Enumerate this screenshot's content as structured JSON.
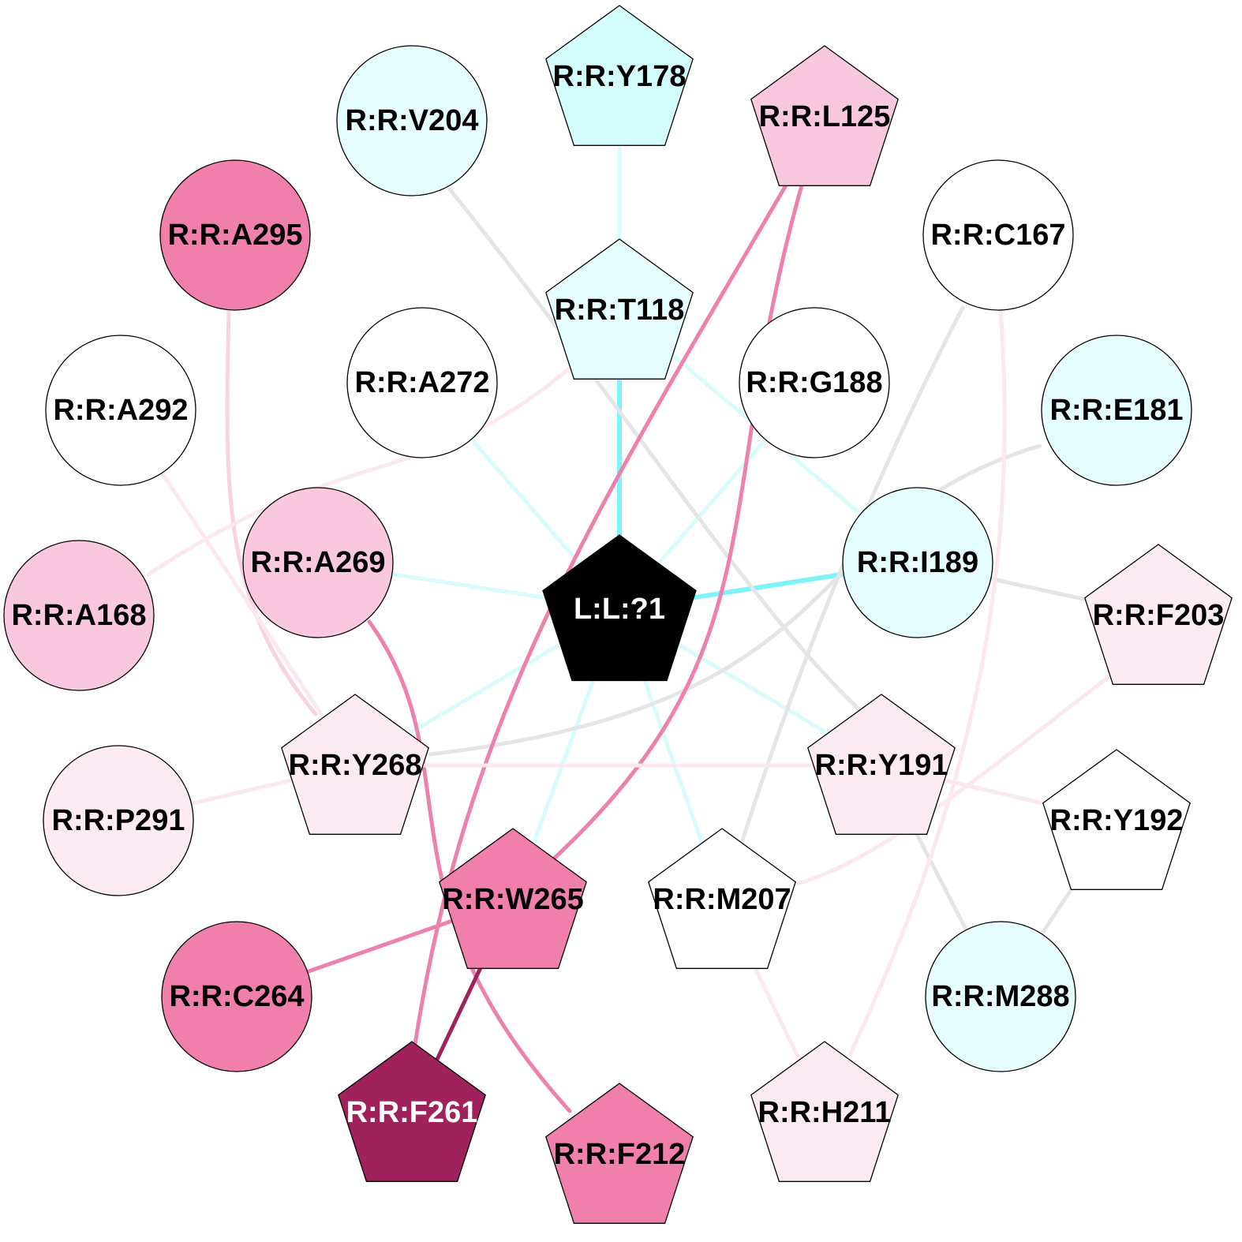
{
  "colors": {
    "white": "#ffffff",
    "pale_cyan": "#e6fdfd",
    "cyan": "#d3fdfd",
    "pale_pink": "#fcebf3",
    "pink": "#f9c7de",
    "hot_pink": "#f07fac",
    "magenta": "#a0225c",
    "black": "#000000",
    "edge_cyan": "#7ff3f7",
    "edge_light_cyan": "#d8fbfc",
    "edge_gray": "#e5e5e5",
    "edge_pink": "#ee80ad",
    "edge_light_pink": "#f9d3e3",
    "edge_faint_pink": "#fce8ef",
    "edge_magenta": "#a0225c"
  },
  "nodes": {
    "L1": {
      "label": "L:L:?1",
      "shape": "pentagon",
      "fill": "black",
      "text": "white"
    },
    "Y178": {
      "label": "R:R:Y178",
      "shape": "pentagon",
      "fill": "cyan",
      "text": "black"
    },
    "V204": {
      "label": "R:R:V204",
      "shape": "circle",
      "fill": "pale_cyan",
      "text": "black"
    },
    "L125": {
      "label": "R:R:L125",
      "shape": "pentagon",
      "fill": "pink",
      "text": "black"
    },
    "A295": {
      "label": "R:R:A295",
      "shape": "circle",
      "fill": "hot_pink",
      "text": "black"
    },
    "C167": {
      "label": "R:R:C167",
      "shape": "circle",
      "fill": "white",
      "text": "black"
    },
    "T118": {
      "label": "R:R:T118",
      "shape": "pentagon",
      "fill": "pale_cyan",
      "text": "black"
    },
    "A272": {
      "label": "R:R:A272",
      "shape": "circle",
      "fill": "white",
      "text": "black"
    },
    "G188": {
      "label": "R:R:G188",
      "shape": "circle",
      "fill": "white",
      "text": "black"
    },
    "A292": {
      "label": "R:R:A292",
      "shape": "circle",
      "fill": "white",
      "text": "black"
    },
    "E181": {
      "label": "R:R:E181",
      "shape": "circle",
      "fill": "pale_cyan",
      "text": "black"
    },
    "A269": {
      "label": "R:R:A269",
      "shape": "circle",
      "fill": "pink",
      "text": "black"
    },
    "I189": {
      "label": "R:R:I189",
      "shape": "circle",
      "fill": "pale_cyan",
      "text": "black"
    },
    "A168": {
      "label": "R:R:A168",
      "shape": "circle",
      "fill": "pink",
      "text": "black"
    },
    "F203": {
      "label": "R:R:F203",
      "shape": "pentagon",
      "fill": "pale_pink",
      "text": "black"
    },
    "Y268": {
      "label": "R:R:Y268",
      "shape": "pentagon",
      "fill": "pale_pink",
      "text": "black"
    },
    "Y191": {
      "label": "R:R:Y191",
      "shape": "pentagon",
      "fill": "pale_pink",
      "text": "black"
    },
    "P291": {
      "label": "R:R:P291",
      "shape": "circle",
      "fill": "pale_pink",
      "text": "black"
    },
    "Y192": {
      "label": "R:R:Y192",
      "shape": "pentagon",
      "fill": "white",
      "text": "black"
    },
    "W265": {
      "label": "R:R:W265",
      "shape": "pentagon",
      "fill": "hot_pink",
      "text": "black"
    },
    "M207": {
      "label": "R:R:M207",
      "shape": "pentagon",
      "fill": "white",
      "text": "black"
    },
    "C264": {
      "label": "R:R:C264",
      "shape": "circle",
      "fill": "hot_pink",
      "text": "black"
    },
    "M288": {
      "label": "R:R:M288",
      "shape": "circle",
      "fill": "pale_cyan",
      "text": "black"
    },
    "F261": {
      "label": "R:R:F261",
      "shape": "pentagon",
      "fill": "magenta",
      "text": "white"
    },
    "F212": {
      "label": "R:R:F212",
      "shape": "pentagon",
      "fill": "hot_pink",
      "text": "black"
    },
    "H211": {
      "label": "R:R:H211",
      "shape": "pentagon",
      "fill": "pale_pink",
      "text": "black"
    }
  },
  "edges": [
    {
      "from": "L1",
      "to": "T118",
      "color": "edge_cyan",
      "weight": "heavy"
    },
    {
      "from": "L1",
      "to": "I189",
      "color": "edge_cyan",
      "weight": "heavy"
    },
    {
      "from": "L1",
      "to": "A272",
      "color": "edge_light_cyan",
      "weight": "normal"
    },
    {
      "from": "L1",
      "to": "G188",
      "color": "edge_light_cyan",
      "weight": "normal"
    },
    {
      "from": "L1",
      "to": "A269",
      "color": "edge_light_cyan",
      "weight": "normal"
    },
    {
      "from": "L1",
      "to": "Y268",
      "color": "edge_light_cyan",
      "weight": "normal"
    },
    {
      "from": "L1",
      "to": "Y191",
      "color": "edge_light_cyan",
      "weight": "normal"
    },
    {
      "from": "L1",
      "to": "W265",
      "color": "edge_light_cyan",
      "weight": "normal"
    },
    {
      "from": "L1",
      "to": "M207",
      "color": "edge_light_cyan",
      "weight": "normal"
    },
    {
      "from": "T118",
      "to": "Y178",
      "color": "edge_light_cyan",
      "weight": "normal"
    },
    {
      "from": "T118",
      "to": "I189",
      "color": "edge_light_cyan",
      "weight": "normal"
    },
    {
      "from": "V204",
      "to": "Y191",
      "color": "edge_gray",
      "weight": "normal"
    },
    {
      "from": "C167",
      "to": "M207",
      "color": "edge_gray",
      "weight": "normal"
    },
    {
      "from": "E181",
      "to": "Y268",
      "color": "edge_gray",
      "weight": "normal"
    },
    {
      "from": "I189",
      "to": "F203",
      "color": "edge_gray",
      "weight": "normal"
    },
    {
      "from": "Y191",
      "to": "M288",
      "color": "edge_gray",
      "weight": "normal"
    },
    {
      "from": "Y192",
      "to": "M288",
      "color": "edge_gray",
      "weight": "normal"
    },
    {
      "from": "L125",
      "to": "F261",
      "color": "edge_pink",
      "weight": "normal"
    },
    {
      "from": "L125",
      "to": "W265",
      "color": "edge_pink",
      "weight": "normal"
    },
    {
      "from": "A269",
      "to": "F212",
      "color": "edge_pink",
      "weight": "normal"
    },
    {
      "from": "C264",
      "to": "W265",
      "color": "edge_pink",
      "weight": "normal"
    },
    {
      "from": "W265",
      "to": "F261",
      "color": "edge_magenta",
      "weight": "normal"
    },
    {
      "from": "A295",
      "to": "Y268",
      "color": "edge_light_pink",
      "weight": "normal"
    },
    {
      "from": "A292",
      "to": "Y268",
      "color": "edge_faint_pink",
      "weight": "normal"
    },
    {
      "from": "A168",
      "to": "T118",
      "color": "edge_faint_pink",
      "weight": "normal"
    },
    {
      "from": "P291",
      "to": "Y268",
      "color": "edge_faint_pink",
      "weight": "normal"
    },
    {
      "from": "Y268",
      "to": "Y191",
      "color": "edge_faint_pink",
      "weight": "normal"
    },
    {
      "from": "Y191",
      "to": "Y192",
      "color": "edge_faint_pink",
      "weight": "normal"
    },
    {
      "from": "F203",
      "to": "M207",
      "color": "edge_faint_pink",
      "weight": "normal"
    },
    {
      "from": "C167",
      "to": "H211",
      "color": "edge_faint_pink",
      "weight": "normal"
    },
    {
      "from": "M207",
      "to": "H211",
      "color": "edge_faint_pink",
      "weight": "normal"
    }
  ]
}
